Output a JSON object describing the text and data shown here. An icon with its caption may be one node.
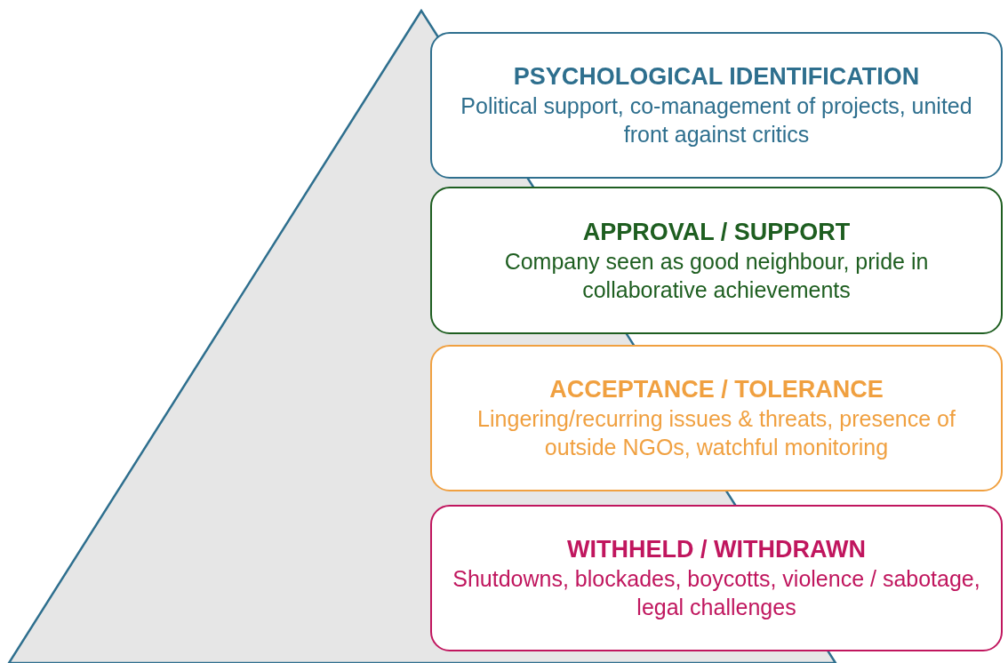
{
  "diagram": {
    "nodes": [
      {
        "text": [
          "PSYCHOLOGICAL IDENTIFICATION",
          "Political support, co-management of projects, united front against critics"
        ]
      },
      {
        "text": [
          "APPROVAL / SUPPORT",
          "Company seen as good neighbour, pride in collaborative achievements"
        ]
      },
      {
        "text": [
          "ACCEPTANCE / TOLERANCE",
          "Lingering/recurring issues & threats, presence of outside NGOs, watchful monitoring"
        ]
      },
      {
        "text": [
          "WITHHELD / WITHDRAWN",
          "Shutdowns, blockades, boycotts, violence / sabotage, legal challenges"
        ]
      }
    ]
  }
}
